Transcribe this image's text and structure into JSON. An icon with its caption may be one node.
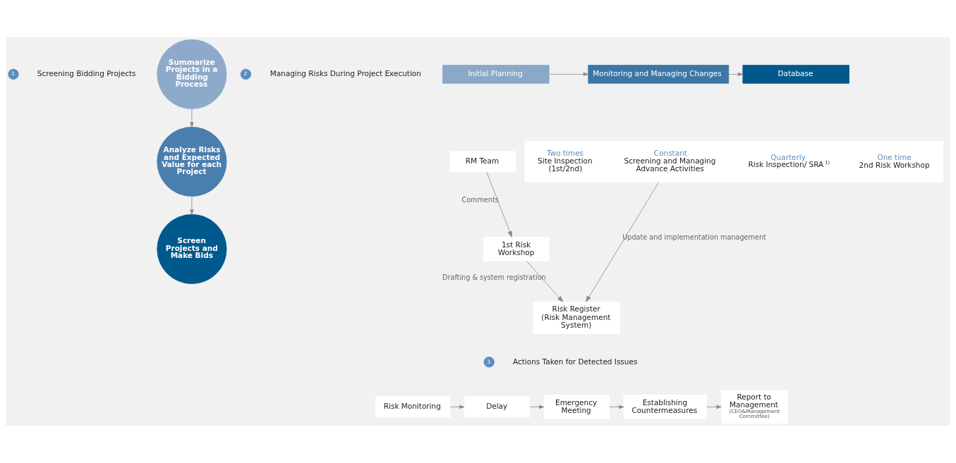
{
  "diagram": {
    "nodes": [
      {
        "text": [
          "Summarize Projects in a Bidding Process"
        ]
      },
      {
        "text": [
          "Analyze Risks and Expected Value for each Project"
        ]
      },
      {
        "text": [
          "Screen Projects and Make Bids"
        ]
      },
      {
        "text": [
          "Initial Planning"
        ]
      },
      {
        "text": [
          "Monitoring and Managing Changes"
        ]
      },
      {
        "text": [
          "Database"
        ]
      },
      {
        "text": [
          "RM Team"
        ]
      },
      {
        "text": [
          "1st Risk Workshop"
        ]
      },
      {
        "text": [],
        "shape": "box"
      },
      {
        "text": [
          "Two times",
          "Site Inspection (1st/2nd)"
        ],
        "in": 8
      },
      {
        "text": [
          "Constant",
          "Screening and Managing Advance Activities"
        ],
        "in": 8
      },
      {
        "text": [
          "Quarterly",
          "Risk Inspection/ SRA$^{1)}$"
        ],
        "in": 8
      },
      {
        "text": [
          "One time",
          "2nd Risk Workshop"
        ],
        "in": 8
      },
      {
        "text": [
          "Risk Register (Risk Management System)"
        ]
      },
      {
        "text": [
          "Risk Monitoring"
        ]
      },
      {
        "text": [
          "Delay"
        ]
      },
      {
        "text": [
          "Emergency Meeting"
        ]
      },
      {
        "text": [
          "Establishing Countermeasures"
        ]
      },
      {
        "text": [
          "Report to Management",
          "(CEO&Management Committee)"
        ]
      }
    ],
    "edges": [
      {
        "from": 0,
        "to": 1,
        "arrow": "to"
      },
      {
        "from": 1,
        "to": 2,
        "arrow": "to"
      },
      {
        "from": 3,
        "to": 4,
        "arrow": "to"
      },
      {
        "from": 4,
        "to": 5,
        "arrow": "to"
      },
      {
        "from": 6,
        "to": 7,
        "arrow": "to",
        "label": "Comments"
      },
      {
        "from": 7,
        "to": 13,
        "arrow": "to",
        "label": "Drafting & system registration"
      },
      {
        "from": 8,
        "to": 13,
        "arrow": "to",
        "label": "Update and implementation management"
      },
      {
        "from": 14,
        "to": 15,
        "arrow": "to"
      },
      {
        "from": 15,
        "to": 16,
        "arrow": "to"
      },
      {
        "from": 16,
        "to": 17,
        "arrow": "to"
      },
      {
        "from": 17,
        "to": 18,
        "arrow": "to"
      }
    ],
    "labels": [
      "1",
      "Screening Bidding Projects",
      "2",
      "Managing Risks During Project Execution",
      "3",
      "Actions Taken for Detected Issues"
    ]
  }
}
